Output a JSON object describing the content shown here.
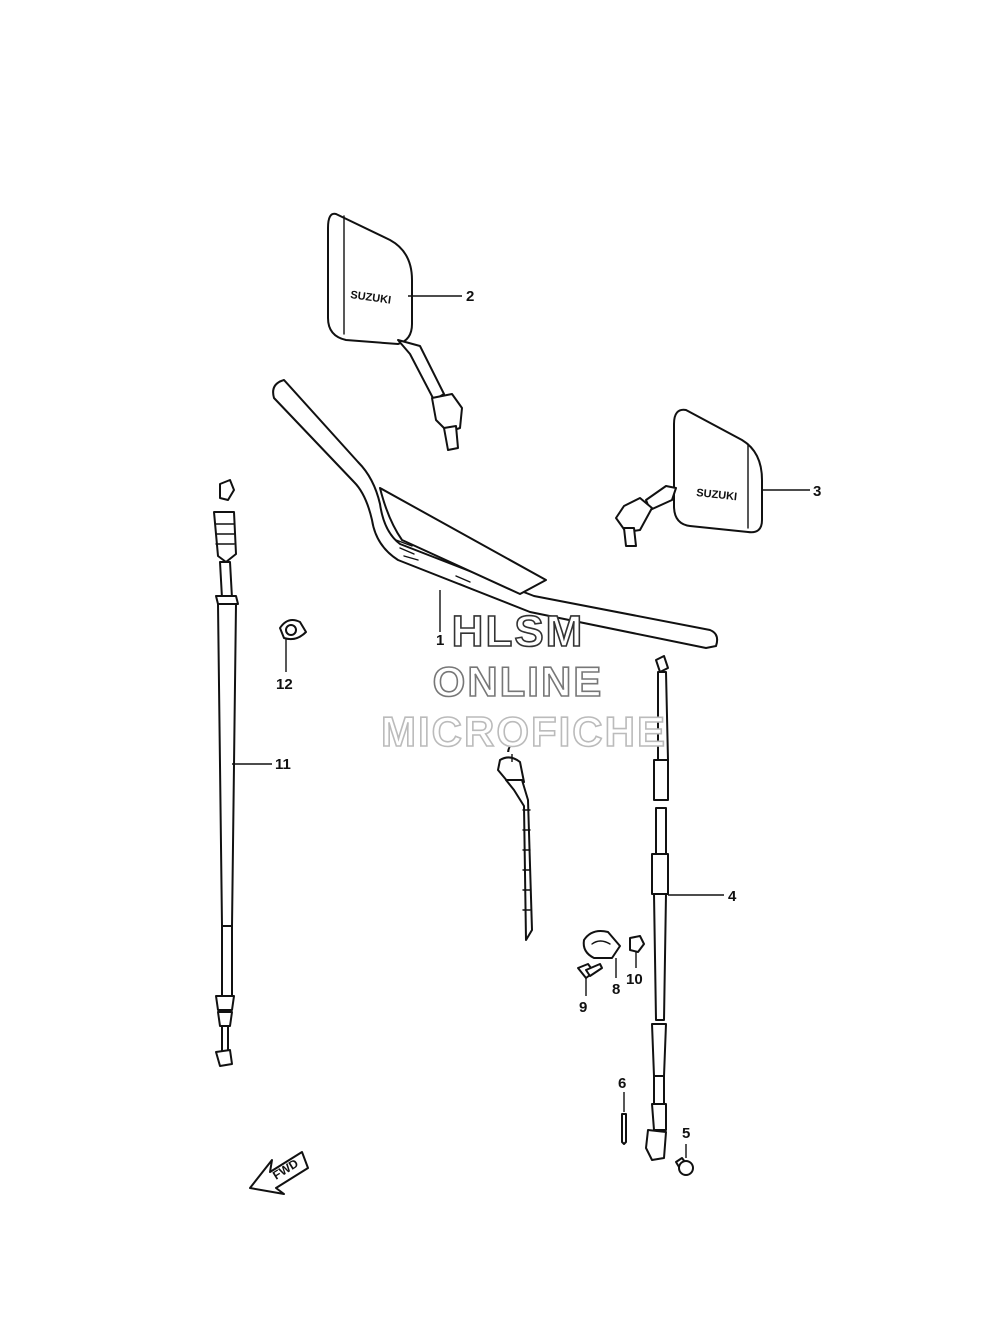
{
  "diagram": {
    "callouts": [
      "1",
      "2",
      "3",
      "4",
      "5",
      "6",
      "7",
      "8",
      "9",
      "10",
      "11",
      "12"
    ],
    "mirror_brand": "SUZUKI",
    "fwd_label": "FWD",
    "fwd_icon": "forward-arrow-icon"
  },
  "watermark": {
    "line1": "HLSM",
    "line2": "ONLINE",
    "line3": "MICROFICHE",
    "colors": {
      "line1": "#333333",
      "line2": "#777777",
      "line3": "#bbbbbb"
    }
  }
}
